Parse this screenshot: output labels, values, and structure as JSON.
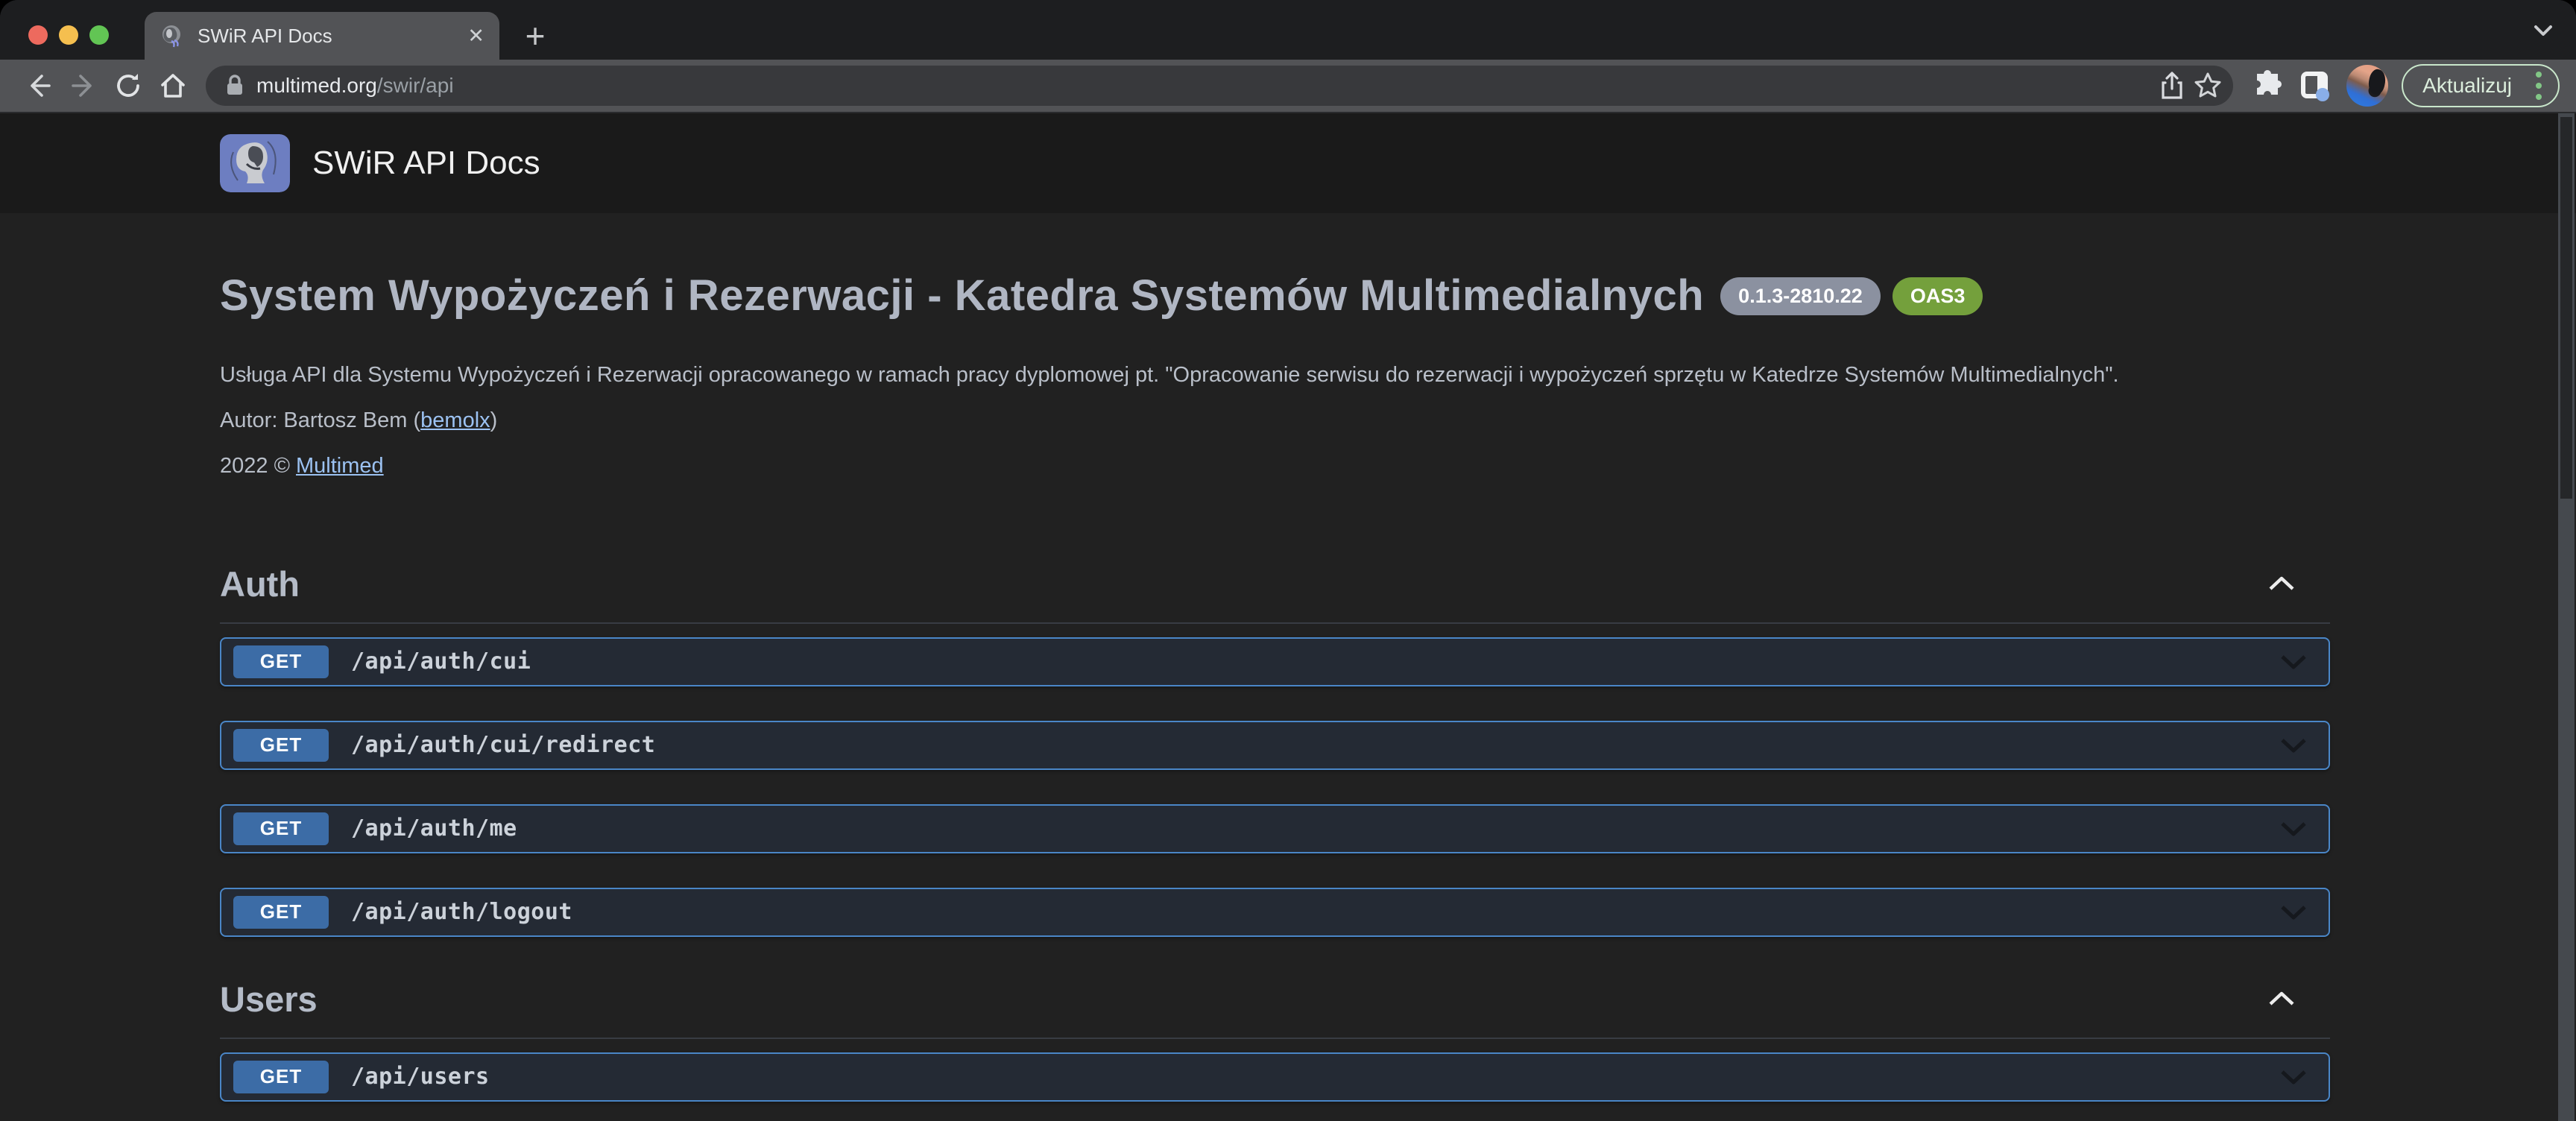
{
  "chrome": {
    "tab": {
      "title": "SWiR API Docs",
      "close_label": "✕",
      "new_tab_label": "+"
    },
    "address": {
      "host": "multimed.org",
      "path": "/swir/api"
    },
    "update_button": {
      "label": "Aktualizuj"
    }
  },
  "page": {
    "topbar": {
      "title": "SWiR API Docs"
    },
    "info": {
      "title": "System Wypożyczeń i Rezerwacji - Katedra Systemów Multimedialnych",
      "version": "0.1.3-2810.22",
      "spec": "OAS3",
      "description": "Usługa API dla Systemu Wypożyczeń i Rezerwacji opracowanego w ramach pracy dyplomowej pt. \"Opracowanie serwisu do rezerwacji i wypożyczeń sprzętu w Katedrze Systemów Multimedialnych\".",
      "author_prefix": "Autor: Bartosz Bem (",
      "author_link": "bemolx",
      "author_suffix": ")",
      "copyright_prefix": "2022 © ",
      "copyright_link": "Multimed"
    },
    "sections": [
      {
        "name": "Auth",
        "endpoints": [
          {
            "method": "GET",
            "path": "/api/auth/cui"
          },
          {
            "method": "GET",
            "path": "/api/auth/cui/redirect"
          },
          {
            "method": "GET",
            "path": "/api/auth/me"
          },
          {
            "method": "GET",
            "path": "/api/auth/logout"
          }
        ]
      },
      {
        "name": "Users",
        "endpoints": [
          {
            "method": "GET",
            "path": "/api/users"
          }
        ]
      }
    ]
  },
  "colors": {
    "row_border": "#4a86c7",
    "method_get": "#3c6ca6",
    "badge_version": "#8b91a0",
    "badge_oas": "#74a03c",
    "link": "#9cc2f2",
    "update_green": "#c9e7cb"
  }
}
